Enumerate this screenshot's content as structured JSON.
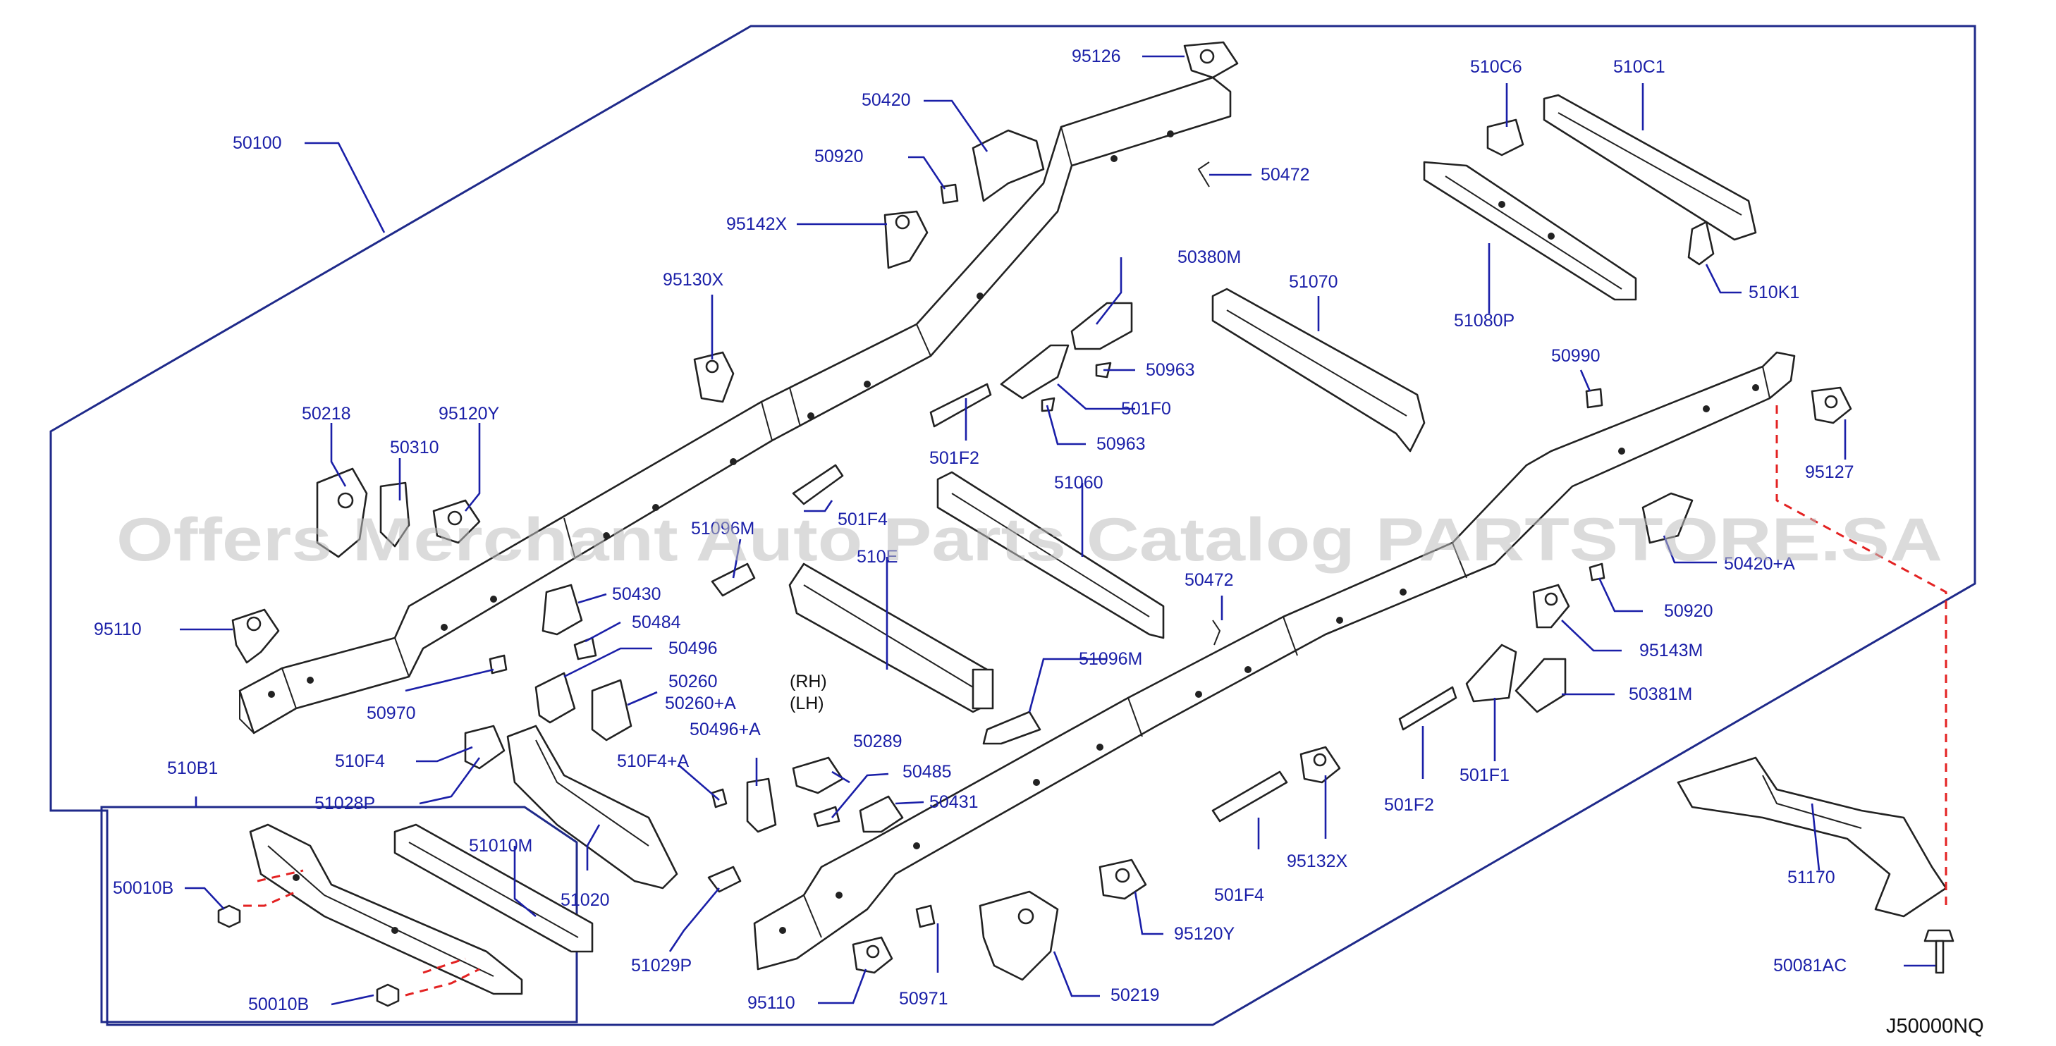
{
  "diagram_code": "J50000NQ",
  "watermark": "Offers Merchant Auto Parts Catalog PARTSTORE.SA",
  "colors": {
    "label": "#1a1fa8",
    "outline": "#1f2a8a",
    "dash": "#e32222",
    "part": "#222222"
  },
  "side_notes": {
    "rh": "(RH)",
    "lh": "(LH)"
  },
  "labels": {
    "p50100": "50100",
    "p95126": "95126",
    "p50420": "50420",
    "p50920a": "50920",
    "p50472a": "50472",
    "p95142x": "95142X",
    "p95130x": "95130X",
    "p50218": "50218",
    "p95120ya": "95120Y",
    "p50310": "50310",
    "p95110a": "95110",
    "p51096ma": "51096M",
    "p510e": "510E",
    "p50430": "50430",
    "p50484": "50484",
    "p50496": "50496",
    "p50970": "50970",
    "p50260": "50260",
    "p50260a": "50260+A",
    "p510f4": "510F4",
    "p510f4a": "510F4+A",
    "p50496a": "50496+A",
    "p51028p": "51028P",
    "p510b1": "510B1",
    "p50010ba": "50010B",
    "p50010bb": "50010B",
    "p51010m": "51010M",
    "p51020": "51020",
    "p51029p": "51029P",
    "p50380m": "50380M",
    "p50963a": "50963",
    "p501f0": "501F0",
    "p50963b": "50963",
    "p501f2a": "501F2",
    "p501f4a": "501F4",
    "p51060": "51060",
    "p50472b": "50472",
    "p51096mb": "51096M",
    "p50289": "50289",
    "p50485": "50485",
    "p50431": "50431",
    "p51070": "51070",
    "p510c6": "510C6",
    "p510c1": "510C1",
    "p51080p": "51080P",
    "p510k1": "510K1",
    "p50990": "50990",
    "p95127": "95127",
    "p50420a": "50420+A",
    "p50920b": "50920",
    "p95143m": "95143M",
    "p50381m": "50381M",
    "p501f1": "501F1",
    "p501f2b": "501F2",
    "p501f4b": "501F4",
    "p95132x": "95132X",
    "p95120yb": "95120Y",
    "p50219": "50219",
    "p50971": "50971",
    "p95110b": "95110",
    "p51170": "51170",
    "p50081ac": "50081AC"
  }
}
